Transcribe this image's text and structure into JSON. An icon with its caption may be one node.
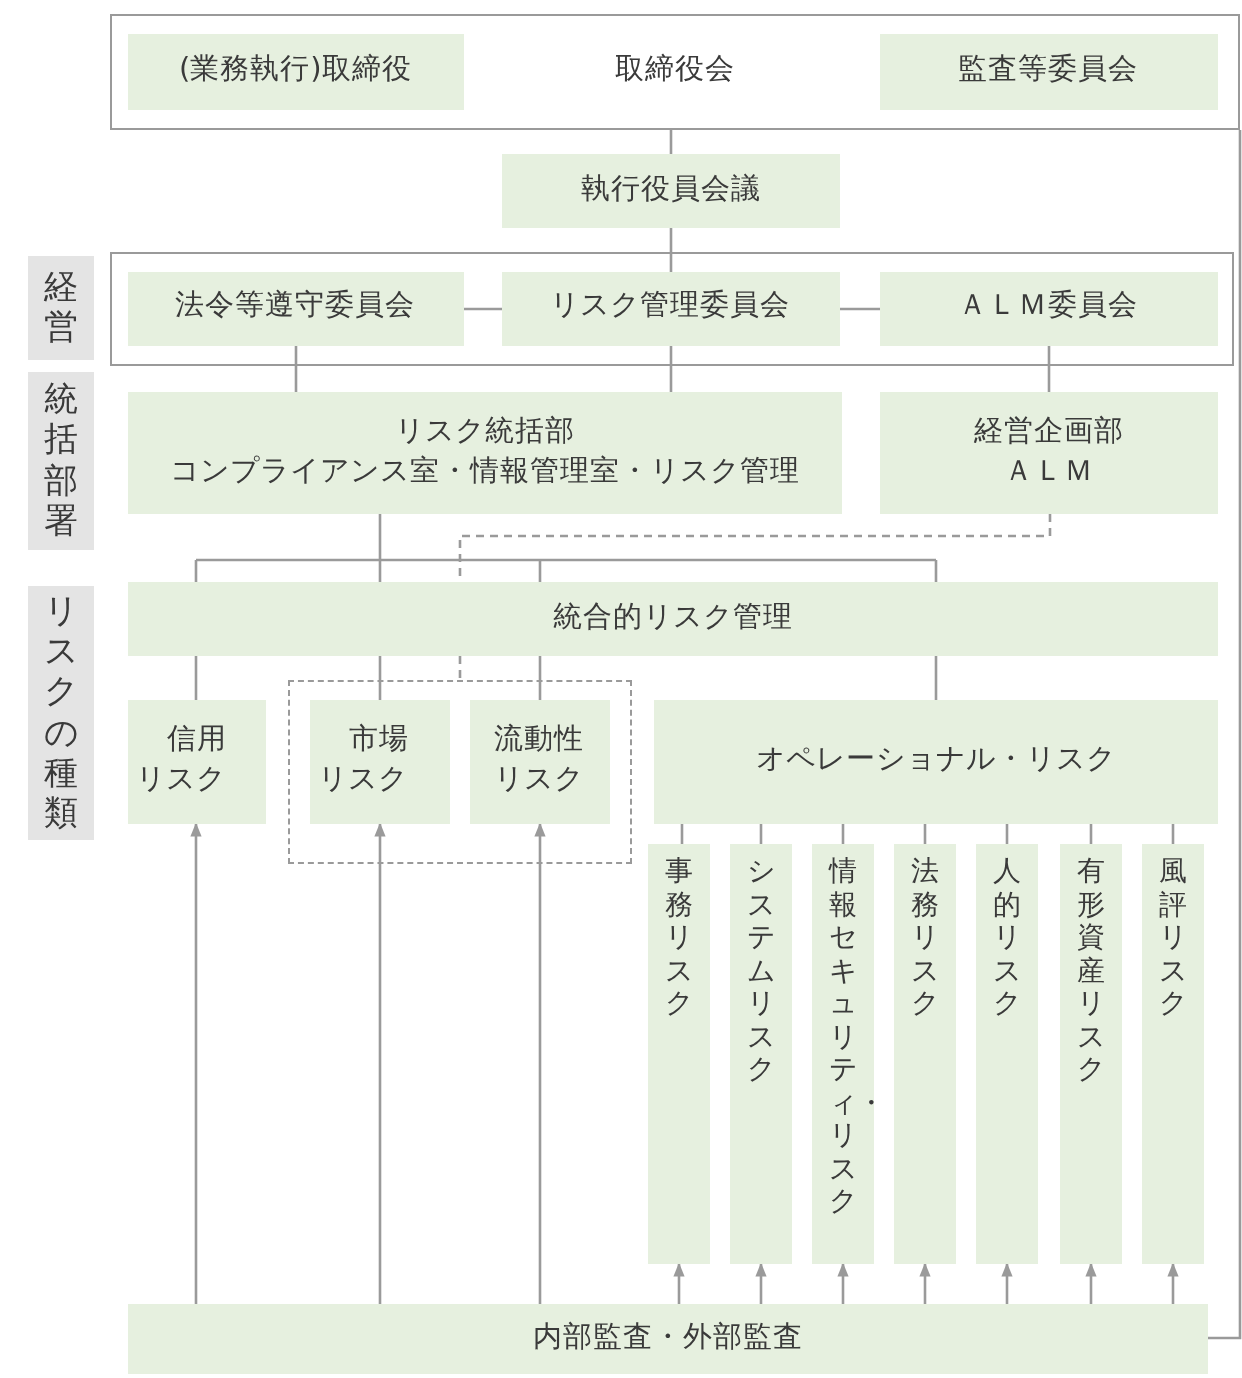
{
  "diagram": {
    "nodes": [
      {
        "text": [
          "取締役会"
        ]
      },
      {
        "text": [
          "(業務執行)取締役"
        ],
        "in": 0
      },
      {
        "text": [
          "監査等委員会"
        ],
        "in": 0
      },
      {
        "text": [
          "執行役員会議"
        ]
      },
      {
        "text": [],
        "shape": "box"
      },
      {
        "text": [
          "法令等遵守委員会"
        ],
        "in": 4
      },
      {
        "text": [
          "リスク管理委員会"
        ],
        "in": 4
      },
      {
        "text": [
          "ＡＬＭ委員会"
        ],
        "in": 4
      },
      {
        "text": [
          "リスク統括部",
          "コンプライアンス室・情報管理室・リスク管理"
        ]
      },
      {
        "text": [
          "経営企画部",
          "ＡＬＭ"
        ]
      },
      {
        "text": [
          "統合的リスク管理"
        ]
      },
      {
        "text": [],
        "shape": "box"
      },
      {
        "text": [
          "信用リスク"
        ]
      },
      {
        "text": [
          "市場リスク"
        ],
        "in": 11
      },
      {
        "text": [
          "流動性リスク"
        ],
        "in": 11
      },
      {
        "text": [
          "オペレーショナル・リスク"
        ]
      },
      {
        "text": [
          "事務リスク"
        ]
      },
      {
        "text": [
          "システムリスク"
        ]
      },
      {
        "text": [
          "情報セキュリティ・リスク"
        ]
      },
      {
        "text": [
          "法務リスク"
        ]
      },
      {
        "text": [
          "人的リスク"
        ]
      },
      {
        "text": [
          "有形資産リスク"
        ]
      },
      {
        "text": [
          "風評リスク"
        ]
      },
      {
        "text": [
          "内部監査・外部監査"
        ]
      },
      {
        "text": [
          "経営"
        ]
      },
      {
        "text": [
          "統括部署"
        ]
      },
      {
        "text": [
          "リスクの種類"
        ]
      }
    ],
    "edges": [
      {
        "from": 0,
        "to": 3,
        "arrow": "none"
      },
      {
        "from": 3,
        "to": 6,
        "arrow": "none"
      },
      {
        "from": 5,
        "to": 6,
        "arrow": "none"
      },
      {
        "from": 6,
        "to": 7,
        "arrow": "none"
      },
      {
        "from": 5,
        "to": 8,
        "arrow": "none"
      },
      {
        "from": 6,
        "to": 8,
        "arrow": "none"
      },
      {
        "from": 7,
        "to": 9,
        "arrow": "none"
      },
      {
        "from": 8,
        "to": 10,
        "arrow": "none"
      },
      {
        "from": 9,
        "to": 10,
        "arrow": "none",
        "style": "dashed"
      },
      {
        "from": 10,
        "to": 12,
        "arrow": "none"
      },
      {
        "from": 10,
        "to": 13,
        "arrow": "none"
      },
      {
        "from": 10,
        "to": 14,
        "arrow": "none"
      },
      {
        "from": 10,
        "to": 15,
        "arrow": "none"
      },
      {
        "from": 15,
        "to": 16,
        "arrow": "none"
      },
      {
        "from": 15,
        "to": 17,
        "arrow": "none"
      },
      {
        "from": 15,
        "to": 18,
        "arrow": "none"
      },
      {
        "from": 15,
        "to": 19,
        "arrow": "none"
      },
      {
        "from": 15,
        "to": 20,
        "arrow": "none"
      },
      {
        "from": 15,
        "to": 21,
        "arrow": "none"
      },
      {
        "from": 15,
        "to": 22,
        "arrow": "none"
      },
      {
        "from": 23,
        "to": 12,
        "arrow": "to"
      },
      {
        "from": 23,
        "to": 13,
        "arrow": "to"
      },
      {
        "from": 23,
        "to": 14,
        "arrow": "to"
      },
      {
        "from": 23,
        "to": 16,
        "arrow": "to"
      },
      {
        "from": 23,
        "to": 17,
        "arrow": "to"
      },
      {
        "from": 23,
        "to": 18,
        "arrow": "to"
      },
      {
        "from": 23,
        "to": 19,
        "arrow": "to"
      },
      {
        "from": 23,
        "to": 20,
        "arrow": "to"
      },
      {
        "from": 23,
        "to": 21,
        "arrow": "to"
      },
      {
        "from": 23,
        "to": 22,
        "arrow": "to"
      },
      {
        "from": 23,
        "to": 0,
        "arrow": "none"
      },
      {
        "from": 10,
        "to": 11,
        "arrow": "none",
        "style": "dashed"
      }
    ]
  }
}
